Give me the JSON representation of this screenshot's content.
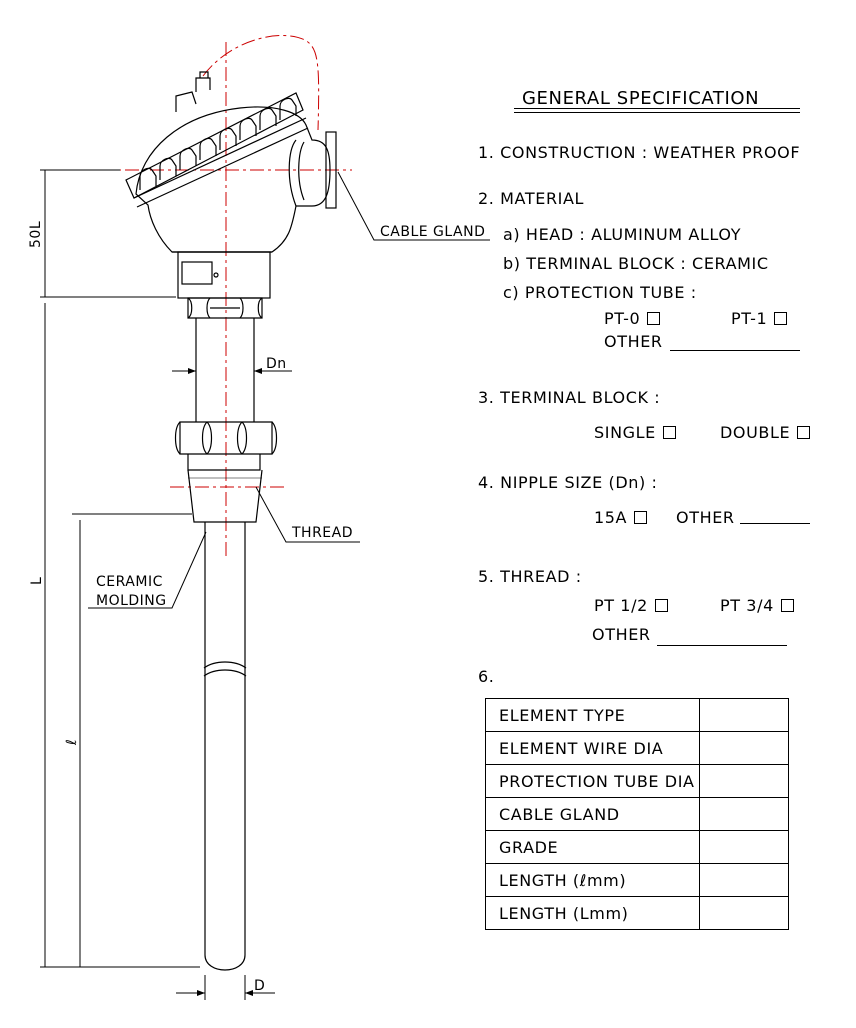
{
  "spec": {
    "title": "GENERAL SPECIFICATION",
    "s1": "1. CONSTRUCTION : WEATHER PROOF",
    "s2": "2. MATERIAL",
    "s2a": "a) HEAD : ALUMINUM ALLOY",
    "s2b": "b) TERMINAL BLOCK : CERAMIC",
    "s2c": "c) PROTECTION TUBE :",
    "pt0": "PT-0",
    "pt1": "PT-1",
    "other": "OTHER",
    "s3": "3. TERMINAL BLOCK :",
    "single": "SINGLE",
    "double": "DOUBLE",
    "s4": "4. NIPPLE SIZE (Dn) :",
    "size15a": "15A",
    "s5": "5. THREAD :",
    "pt12": "PT 1/2",
    "pt34": "PT 3/4",
    "s6": "6."
  },
  "table": {
    "rows": [
      "ELEMENT TYPE",
      "ELEMENT WIRE DIA",
      "PROTECTION TUBE DIA",
      "CABLE GLAND",
      "GRADE",
      "LENGTH   (ℓmm)",
      "LENGTH   (Lmm)"
    ]
  },
  "drawing": {
    "label_50l": "50L",
    "label_l": "L",
    "label_lscript": "ℓ",
    "label_dn": "Dn",
    "label_d": "D",
    "cable_gland": "CABLE GLAND",
    "thread": "THREAD",
    "ceramic": "CERAMIC",
    "molding": "MOLDING"
  },
  "colors": {
    "line": "#000000",
    "centerline": "#cc0000",
    "background": "#ffffff"
  }
}
